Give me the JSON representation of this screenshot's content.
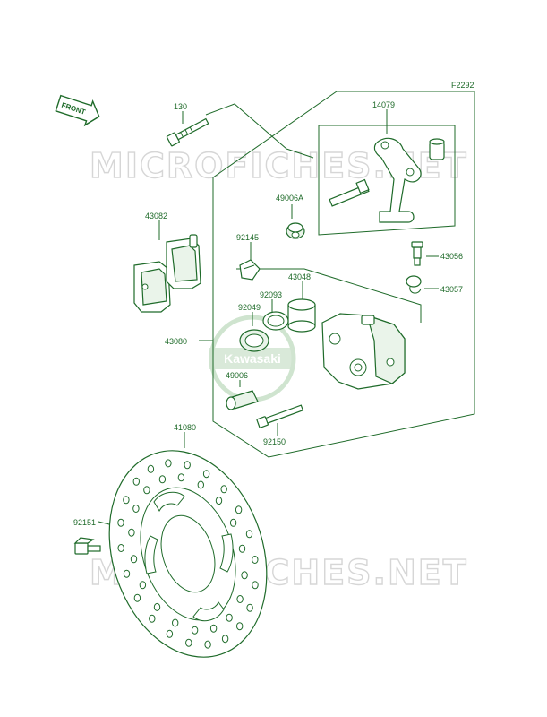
{
  "figure_code": "F2292",
  "front_badge": "FRONT",
  "watermark_text": "MICROFICHES.NET",
  "brand_seal": "Kawasaki",
  "colors": {
    "line": "#1f6b2a",
    "watermark": "#d6d6d6",
    "background": "#ffffff"
  },
  "callouts": {
    "c130": "130",
    "c14079": "14079",
    "c49006a": "49006A",
    "c43082": "43082",
    "c92145": "92145",
    "c43048": "43048",
    "c43056": "43056",
    "c92093": "92093",
    "c92049": "92049",
    "c43057": "43057",
    "c43080": "43080",
    "c49006": "49006",
    "c92150": "92150",
    "c41080": "41080",
    "c92151": "92151"
  }
}
